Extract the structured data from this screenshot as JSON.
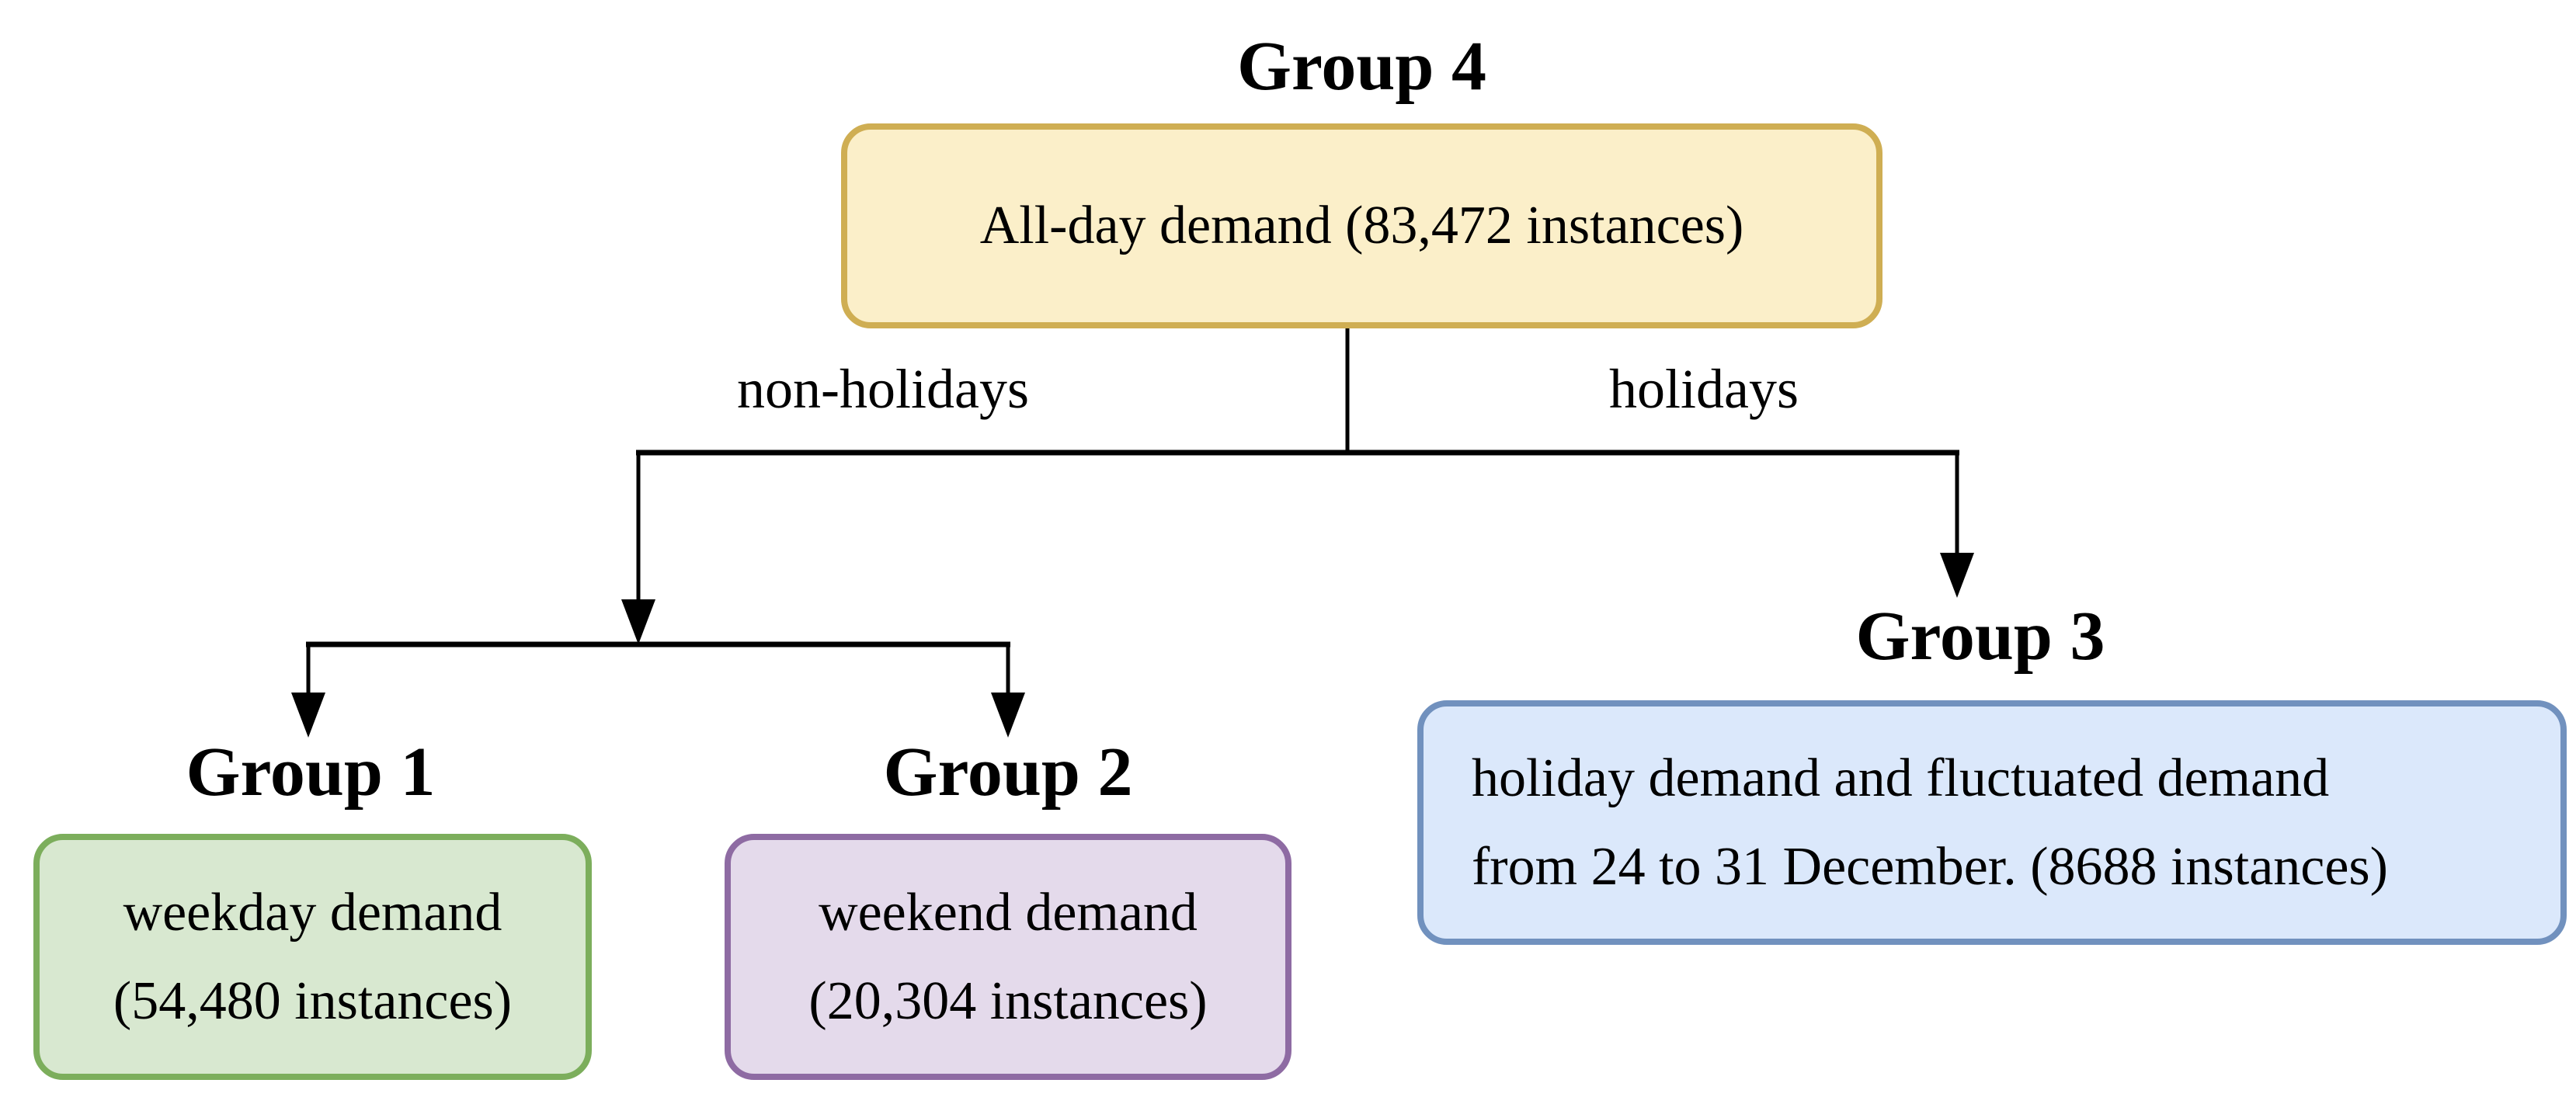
{
  "diagram": {
    "root": {
      "label": "Group 4",
      "text": "All-day demand (83,472 instances)",
      "fill": "#FBEFC9",
      "border": "#CFAE53"
    },
    "edges": {
      "left_label": "non-holidays",
      "right_label": "holidays"
    },
    "group1": {
      "label": "Group 1",
      "line1": "weekday demand",
      "line2": "(54,480 instances)",
      "fill": "#D8E8D0",
      "border": "#7CAE5C"
    },
    "group2": {
      "label": "Group 2",
      "line1": "weekend demand",
      "line2": "(20,304 instances)",
      "fill": "#E4DAEB",
      "border": "#8E6BA3"
    },
    "group3": {
      "label": "Group 3",
      "line1": "holiday demand and fluctuated demand",
      "line2": "from 24 to 31 December. (8688 instances)",
      "fill": "#DBE8FB",
      "border": "#7191BE"
    },
    "line_color": "#000000"
  }
}
